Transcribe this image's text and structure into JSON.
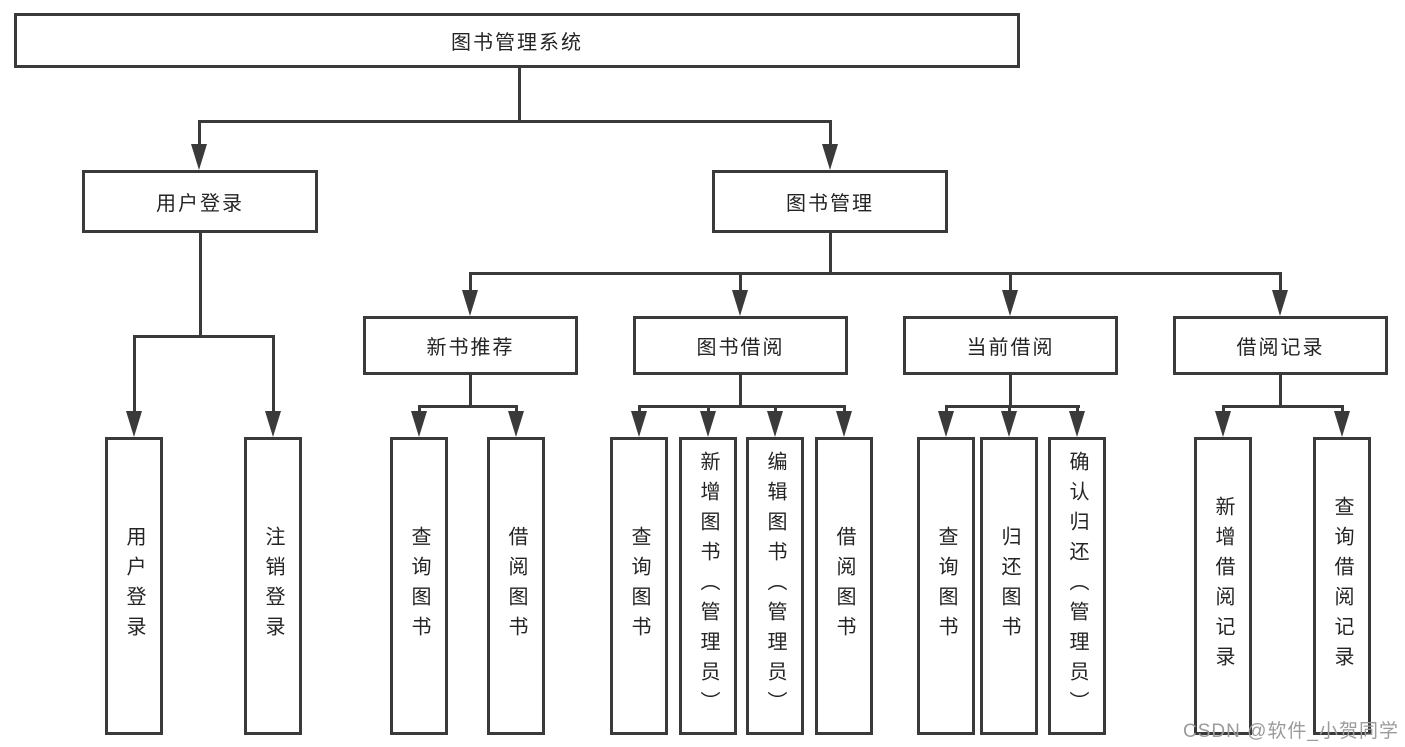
{
  "tree": {
    "label": "图书管理系统",
    "children": [
      {
        "label": "用户登录",
        "children": [
          {
            "label": "用户登录"
          },
          {
            "label": "注销登录"
          }
        ]
      },
      {
        "label": "图书管理",
        "children": [
          {
            "label": "新书推荐",
            "children": [
              {
                "label": "查询图书"
              },
              {
                "label": "借阅图书"
              }
            ]
          },
          {
            "label": "图书借阅",
            "children": [
              {
                "label": "查询图书"
              },
              {
                "label": "新增图书（管理员）"
              },
              {
                "label": "编辑图书（管理员）"
              },
              {
                "label": "借阅图书"
              }
            ]
          },
          {
            "label": "当前借阅",
            "children": [
              {
                "label": "查询图书"
              },
              {
                "label": "归还图书"
              },
              {
                "label": "确认归还（管理员）"
              }
            ]
          },
          {
            "label": "借阅记录",
            "children": [
              {
                "label": "新增借阅记录"
              },
              {
                "label": "查询借阅记录"
              }
            ]
          }
        ]
      }
    ]
  },
  "watermark": {
    "text": "CSDN @软件_小贺同学"
  },
  "colors": {
    "line": "#3a3a3a",
    "text": "#242424",
    "watermark": "#9b9b9b",
    "background": "#ffffff"
  }
}
